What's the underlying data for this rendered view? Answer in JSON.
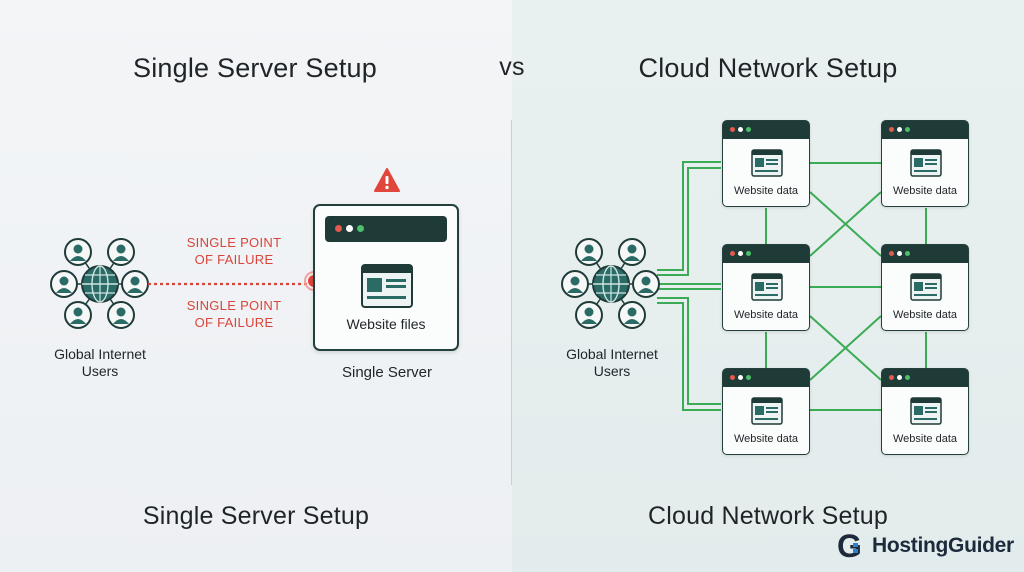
{
  "left": {
    "heading": "Single Server Setup",
    "users_caption_line1": "Global Internet",
    "users_caption_line2": "Users",
    "spof_top_line1": "SINGLE POINT",
    "spof_top_line2": "OF FAILURE",
    "spof_bottom_line1": "SINGLE POINT",
    "spof_bottom_line2": "OF FAILURE",
    "server_content": "Website files",
    "server_label": "Single Server",
    "footer": "Single Server Setup"
  },
  "vs": "vs",
  "right": {
    "heading": "Cloud Network Setup",
    "users_caption_line1": "Global Internet",
    "users_caption_line2": "Users",
    "nodes": [
      {
        "label": "Website data"
      },
      {
        "label": "Website data"
      },
      {
        "label": "Website data"
      },
      {
        "label": "Website data"
      },
      {
        "label": "Website data"
      },
      {
        "label": "Website data"
      }
    ],
    "footer": "Cloud Network Setup"
  },
  "brand": {
    "mark": "G",
    "name": "HostingGuider"
  },
  "colors": {
    "dark": "#1f3b38",
    "teal": "#2a6b66",
    "green_link": "#3cab55",
    "alert_red": "#e0463c",
    "window_dot_red": "#e35a4f",
    "window_dot_white": "#ffffff",
    "window_dot_green": "#4cc06a"
  },
  "icons": {
    "users_globe": "globe-icon",
    "user": "user-icon",
    "alert": "warning-triangle-icon",
    "page": "web-page-icon"
  }
}
